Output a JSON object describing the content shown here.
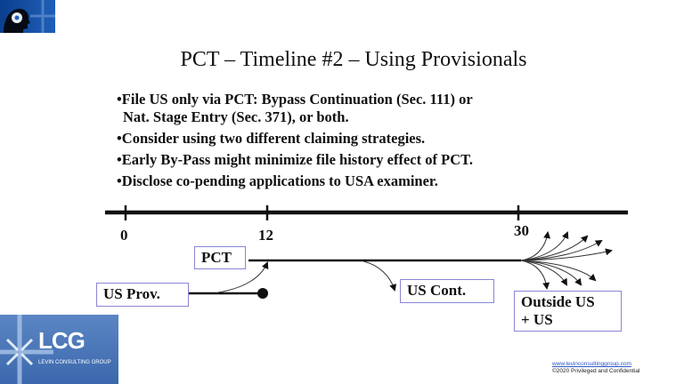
{
  "slide": {
    "title": "PCT – Timeline #2  – Using Provisionals",
    "bullets": [
      "•File US only via PCT:  Bypass Continuation (Sec. 111) or",
      "Nat. Stage Entry (Sec. 371), or both.",
      "•Consider using two different claiming strategies.",
      "•Early By-Pass might minimize file history effect of PCT.",
      "•Disclose co-pending applications to USA examiner."
    ],
    "timeline": {
      "ticks": [
        "0",
        "12",
        "30"
      ]
    },
    "boxes": {
      "pct": "PCT",
      "us_prov": "US Prov.",
      "us_cont": "US Cont.",
      "outside_line1": "Outside US",
      "outside_line2": "+ US"
    }
  },
  "logo": {
    "lcg": "LCG",
    "company": "LEVIN CONSULTING GROUP"
  },
  "footer": {
    "link": "www.levinconsultinggroup.com",
    "copyright": "©2020 Privileged and Confidential"
  },
  "colors": {
    "box_border": "#8a86d6",
    "logo_blue": "#3b68ad",
    "link": "#2b57c6"
  }
}
